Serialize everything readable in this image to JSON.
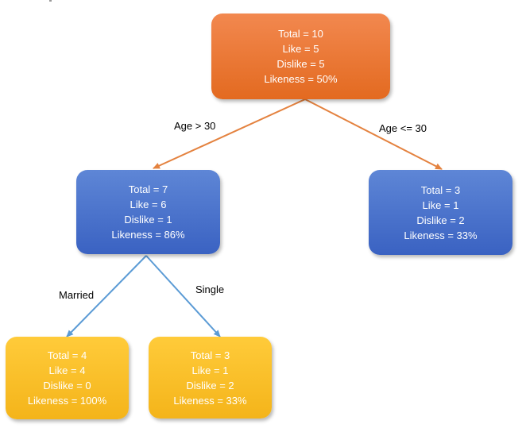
{
  "colors": {
    "orange_top": "#F2884F",
    "orange_bottom": "#E36A20",
    "blue_top": "#5E86D6",
    "blue_bottom": "#3A62C2",
    "gold_top": "#FFCB3A",
    "gold_bottom": "#F4B41A",
    "orange_edge": "#E4823F",
    "blue_edge": "#5B9BD5"
  },
  "nodes": {
    "root": {
      "total": "Total = 10",
      "like": "Like = 5",
      "dislike": "Dislike = 5",
      "likeness": "Likeness = 50%"
    },
    "age_gt_30": {
      "total": "Total = 7",
      "like": "Like = 6",
      "dislike": "Dislike = 1",
      "likeness": "Likeness = 86%"
    },
    "age_le_30": {
      "total": "Total = 3",
      "like": "Like = 1",
      "dislike": "Dislike = 2",
      "likeness": "Likeness = 33%"
    },
    "married": {
      "total": "Total = 4",
      "like": "Like = 4",
      "dislike": "Dislike = 0",
      "likeness": "Likeness = 100%"
    },
    "single": {
      "total": "Total = 3",
      "like": "Like = 1",
      "dislike": "Dislike = 2",
      "likeness": "Likeness = 33%"
    }
  },
  "edges": {
    "age_gt_30": "Age > 30",
    "age_le_30": "Age <= 30",
    "married": "Married",
    "single": "Single"
  }
}
